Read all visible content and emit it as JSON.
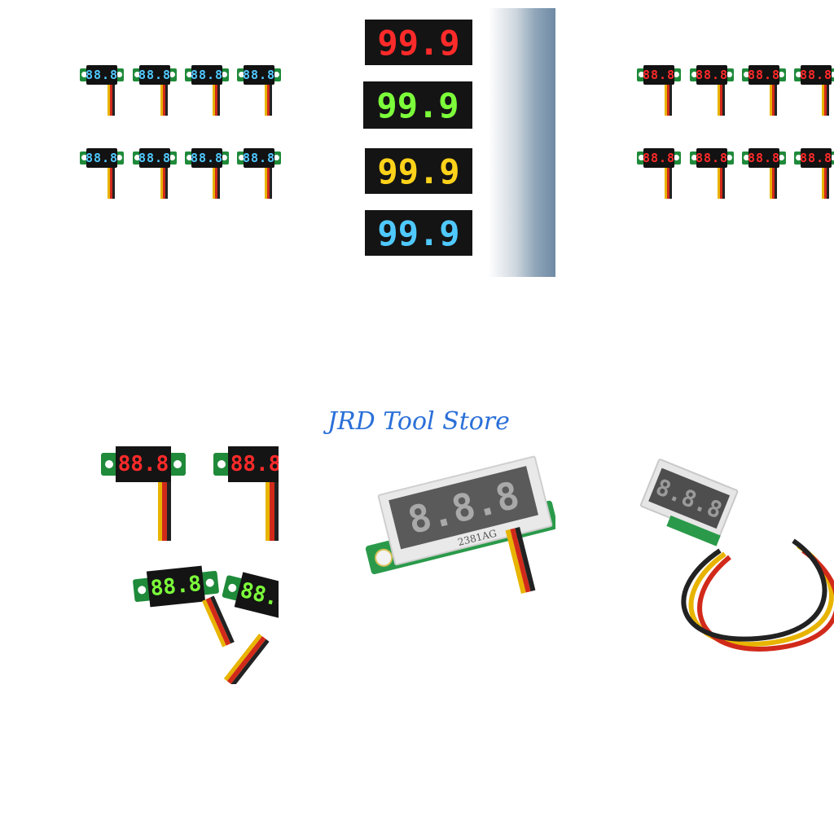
{
  "brand": {
    "text": "JRD Tool Store"
  },
  "displays": {
    "reading": "88.8",
    "big_reading": "99.9",
    "closeup_reading": "8.8.8",
    "chip_marking": "2381AG",
    "colors": {
      "red": "#ff2a2a",
      "green": "#7cff3a",
      "yellow": "#ffd21a",
      "blue": "#4fc9ff"
    }
  }
}
